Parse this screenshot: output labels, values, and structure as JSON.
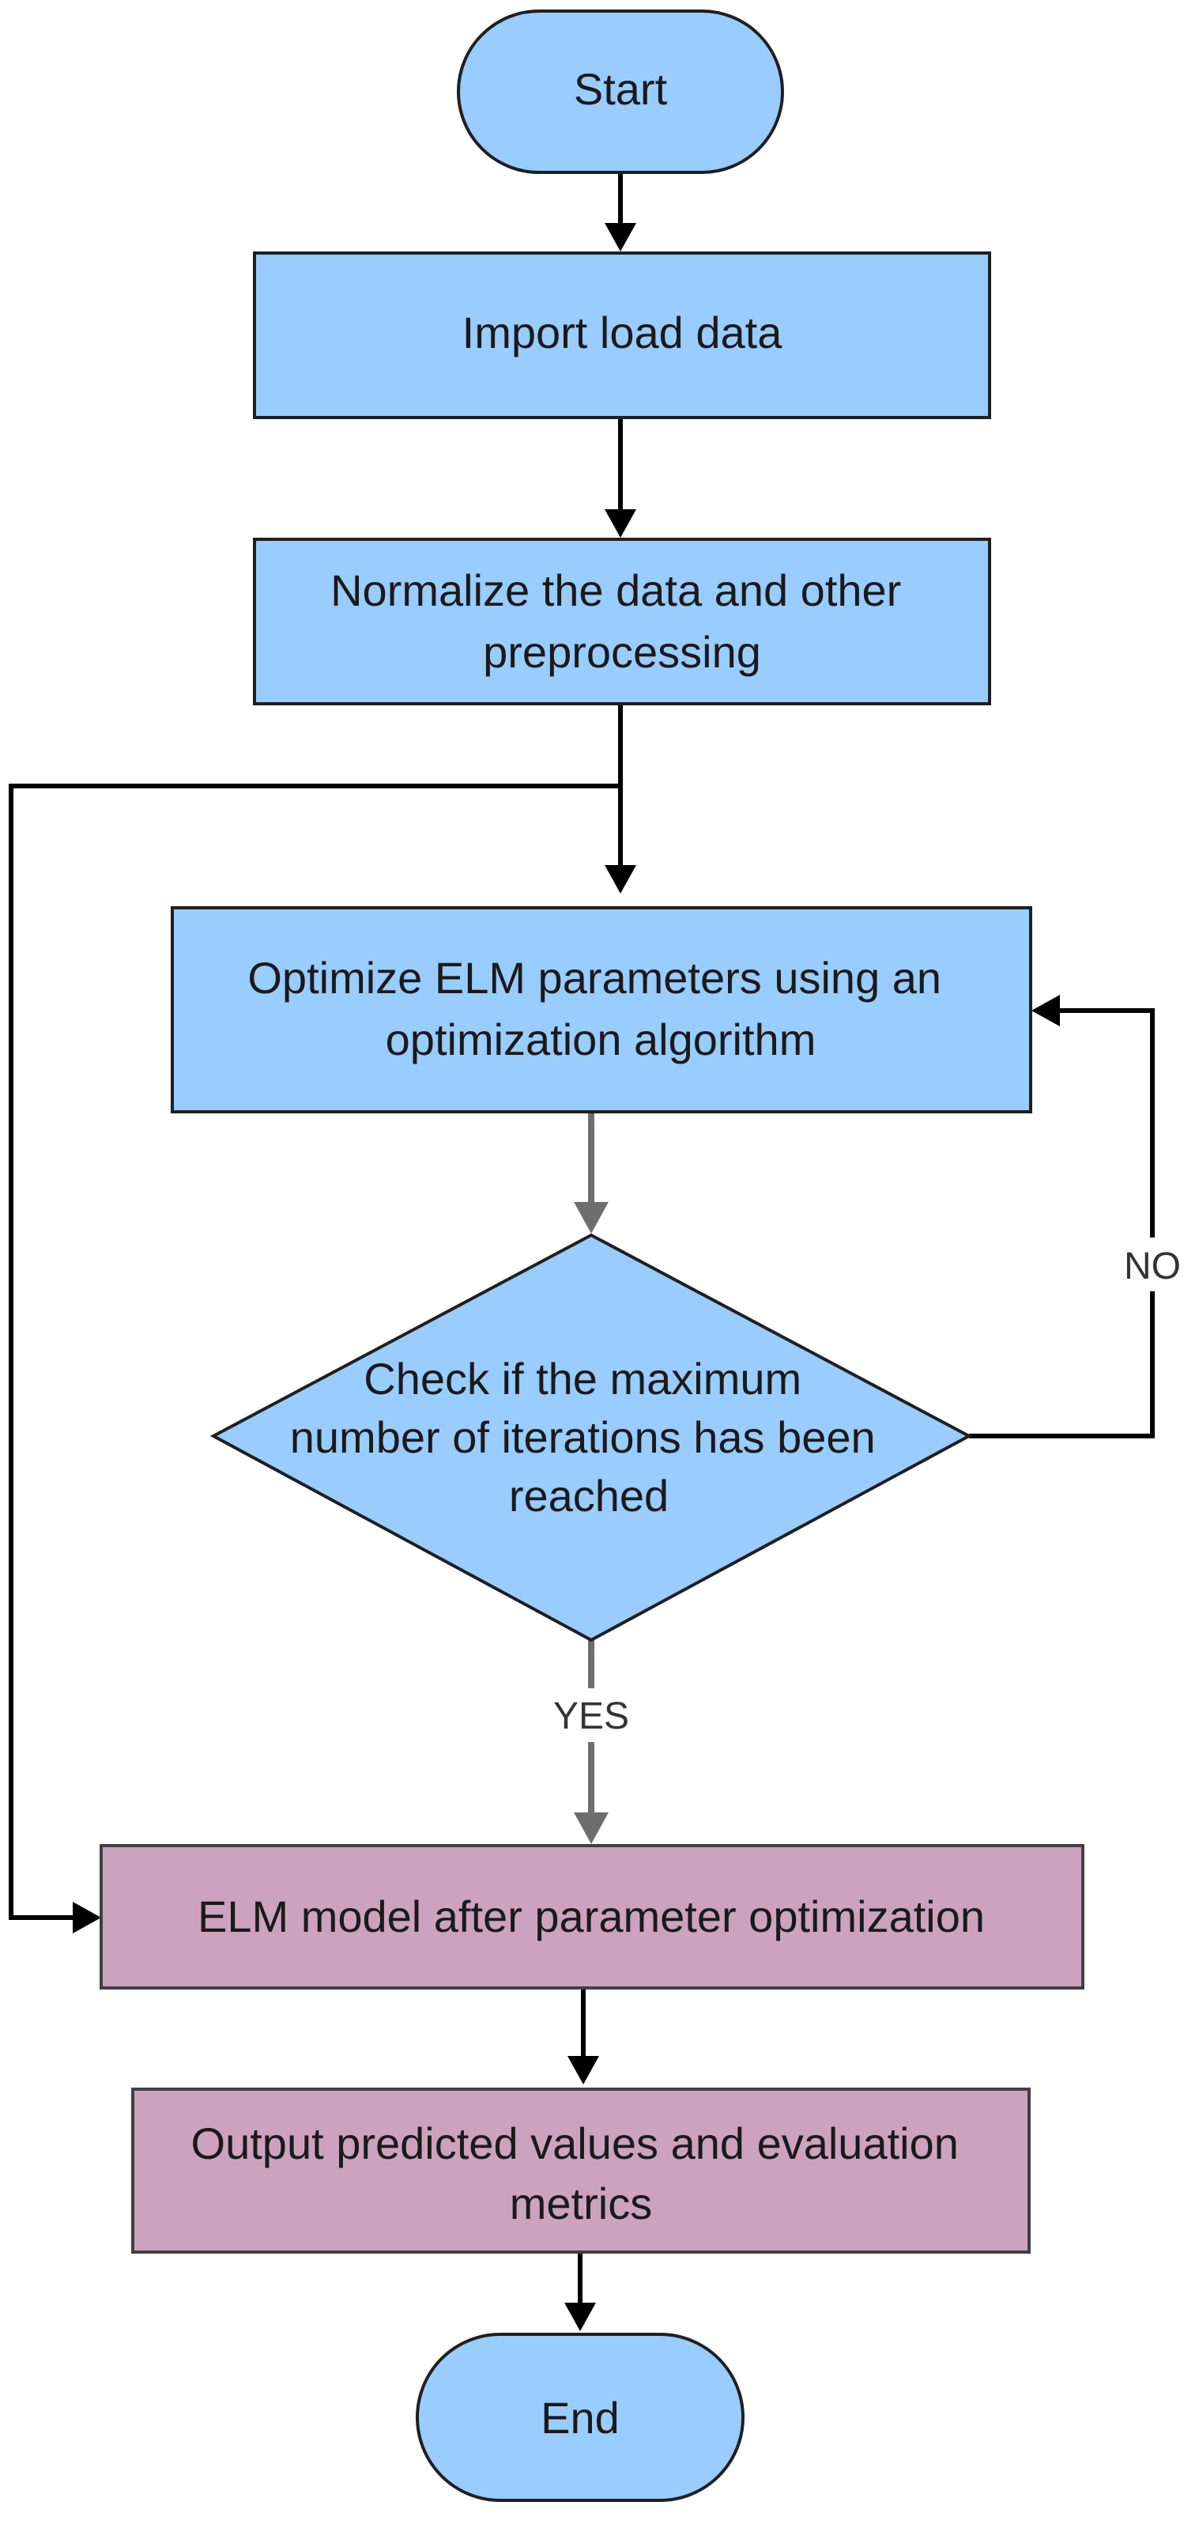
{
  "nodes": {
    "start": "Start",
    "import": "Import load data",
    "normalize": [
      "Normalize the data and other",
      "preprocessing"
    ],
    "optimize": [
      "Optimize ELM parameters using an",
      "optimization algorithm"
    ],
    "check": [
      "Check if the maximum",
      "number of iterations has been",
      "reached"
    ],
    "elm_model": "ELM model after parameter optimization",
    "output": [
      "Output predicted values and evaluation",
      "metrics"
    ],
    "end": "End"
  },
  "edges": {
    "no_label": "NO",
    "yes_label": "YES"
  },
  "colors": {
    "process_blue": "#99ccff",
    "process_pink": "#cda2bf",
    "arrow_black": "#000000",
    "arrow_gray": "#6e6e6e"
  }
}
